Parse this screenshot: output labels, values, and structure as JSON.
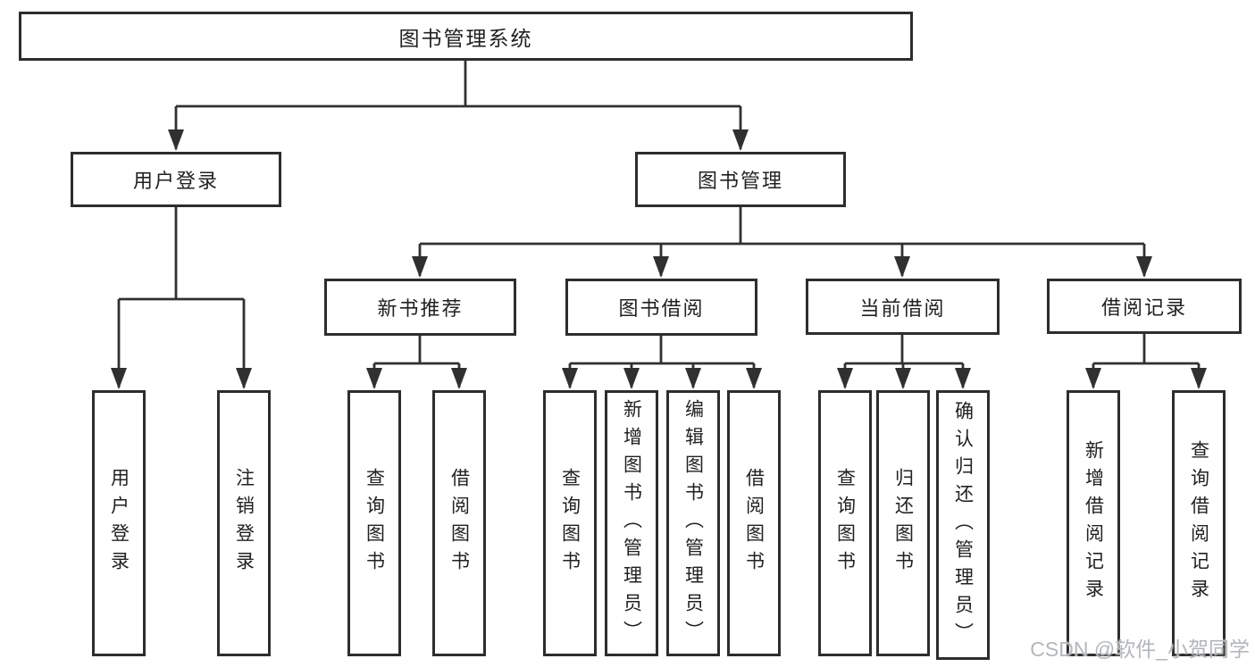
{
  "nodes": {
    "root": {
      "label": "图书管理系统"
    },
    "level2": [
      {
        "label": "用户登录"
      },
      {
        "label": "图书管理"
      }
    ],
    "level3": [
      {
        "label": "新书推荐"
      },
      {
        "label": "图书借阅"
      },
      {
        "label": "当前借阅"
      },
      {
        "label": "借阅记录"
      }
    ],
    "leaves": {
      "user_login": [
        {
          "label": "用户登录"
        },
        {
          "label": "注销登录"
        }
      ],
      "new_book": [
        {
          "label": "查询图书"
        },
        {
          "label": "借阅图书"
        }
      ],
      "borrow": [
        {
          "label": "查询图书"
        },
        {
          "label": "新增图书（管理员）"
        },
        {
          "label": "编辑图书（管理员）"
        },
        {
          "label": "借阅图书"
        }
      ],
      "current": [
        {
          "label": "查询图书"
        },
        {
          "label": "归还图书"
        },
        {
          "label": "确认归还（管理员）"
        }
      ],
      "records": [
        {
          "label": "新增借阅记录"
        },
        {
          "label": "查询借阅记录"
        }
      ]
    }
  },
  "watermark": {
    "text": "CSDN @软件_小贺同学"
  },
  "colors": {
    "line": "#303030",
    "box_border": "#2d2d2d",
    "text": "#212121",
    "background": "#ffffff",
    "watermark": "#b3b6ba"
  }
}
